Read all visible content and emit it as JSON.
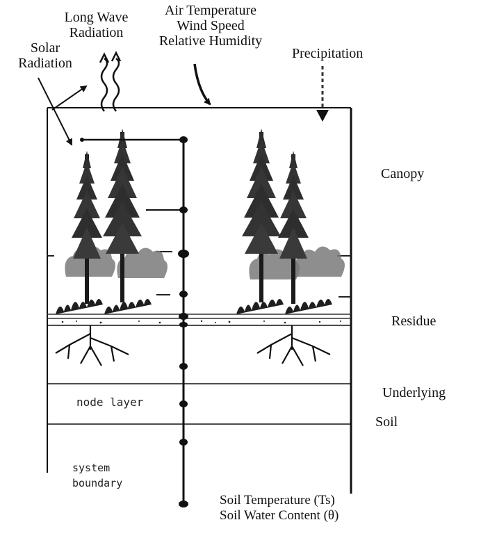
{
  "inputs": {
    "long_wave": [
      "Long Wave",
      "Radiation"
    ],
    "solar": [
      "Solar",
      "Radiation"
    ],
    "atmosphere": [
      "Air Temperature",
      "Wind Speed",
      "Relative  Humidity"
    ],
    "precipitation": "Precipitation"
  },
  "layers": {
    "canopy": "Canopy",
    "residue": "Residue",
    "underlying": "Underlying",
    "soil": "Soil"
  },
  "annotations": {
    "node_layer": "node layer",
    "system_boundary": [
      "system",
      "boundary"
    ]
  },
  "outputs": [
    "Soil  Temperature (Ts)",
    "Soil  Water Content (θ)"
  ],
  "colors": {
    "ink": "#111111",
    "foliage": "#3a3a3a",
    "undergrowth": "#6e6e6e",
    "background": "#ffffff"
  }
}
